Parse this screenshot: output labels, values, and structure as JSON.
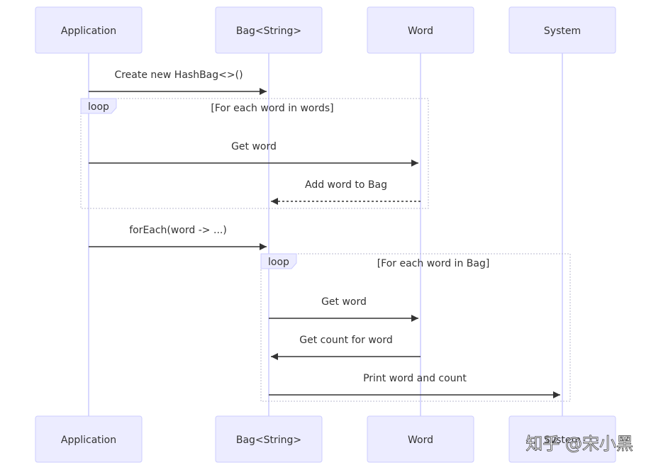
{
  "actors": [
    {
      "id": "app",
      "label": "Application"
    },
    {
      "id": "bag",
      "label": "Bag<String>"
    },
    {
      "id": "word",
      "label": "Word"
    },
    {
      "id": "sys",
      "label": "System"
    }
  ],
  "messages": [
    {
      "from": "app",
      "to": "bag",
      "label": "Create new HashBag<>()",
      "style": "solid"
    },
    {
      "from": "app",
      "to": "word",
      "label": "Get word",
      "style": "solid"
    },
    {
      "from": "word",
      "to": "bag",
      "label": "Add word to Bag",
      "style": "dashed"
    },
    {
      "from": "app",
      "to": "bag",
      "label": "forEach(word -> ...)",
      "style": "solid"
    },
    {
      "from": "bag",
      "to": "word",
      "label": "Get word",
      "style": "solid"
    },
    {
      "from": "word",
      "to": "bag",
      "label": "Get count for word",
      "style": "solid"
    },
    {
      "from": "bag",
      "to": "sys",
      "label": "Print word and count",
      "style": "solid"
    }
  ],
  "loops": [
    {
      "label": "loop",
      "condition": "[For each word in words]"
    },
    {
      "label": "loop",
      "condition": "[For each word in Bag]"
    }
  ],
  "watermark": "知乎 @宋小黑",
  "colors": {
    "actor_fill": "#ECECFF",
    "actor_stroke": "#CCCCFF",
    "line": "#333333"
  }
}
